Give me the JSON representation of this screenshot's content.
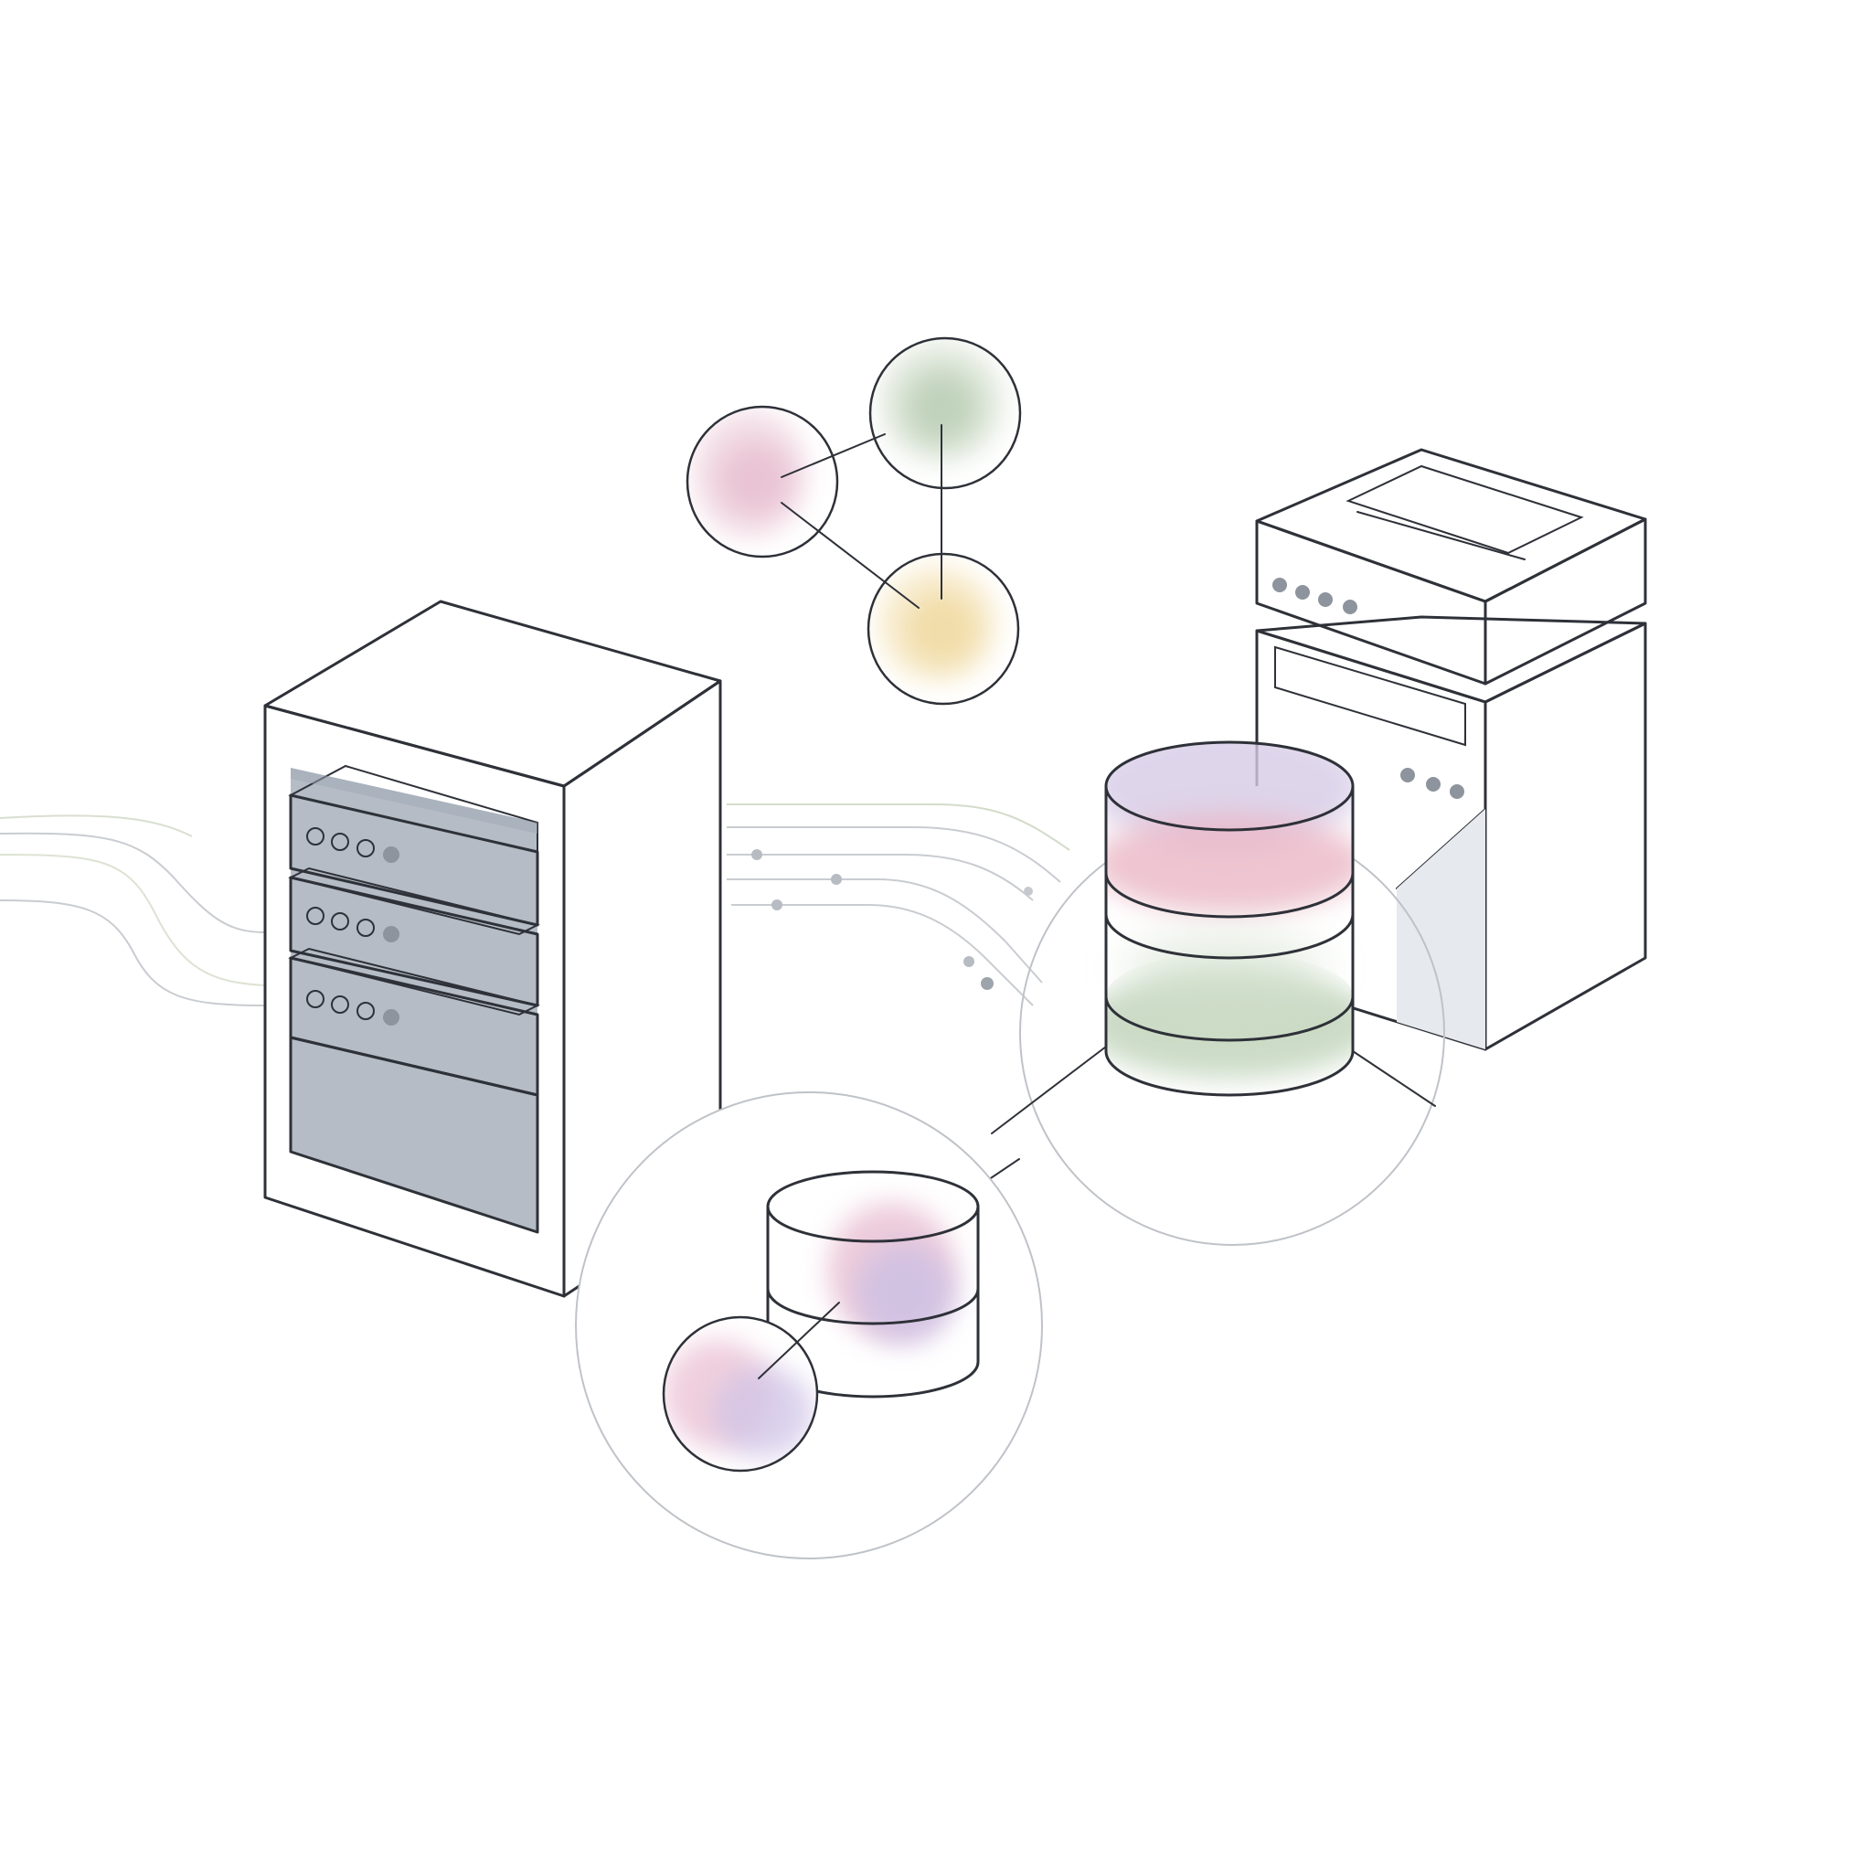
{
  "palette": {
    "background": "#ffffff",
    "outline": "#2e3138",
    "panel_front": "#eef0f4",
    "panel_side": "#a9b1bb",
    "panel_top": "#a7afba",
    "indicator": "#8d949d",
    "pink": "#e7b8c9",
    "green": "#b9cfb5",
    "yellow": "#f1dca8",
    "lavender": "#cbbbe0",
    "line_faint": "#c9ccd1",
    "line_green": "#d3dcc9"
  },
  "icons": {
    "left_server": "server-rack-icon",
    "right_server": "server-tower-icon",
    "network": "network-nodes-icon",
    "database_large": "database-icon",
    "database_small": "database-icon"
  },
  "network_nodes": [
    {
      "name": "pink-node",
      "color": "pink"
    },
    {
      "name": "green-node",
      "color": "green"
    },
    {
      "name": "yellow-node",
      "color": "yellow"
    }
  ],
  "database_large": {
    "layers": [
      "lavender",
      "pink",
      "clear",
      "green"
    ]
  },
  "database_small": {
    "layers": [
      "clear",
      "pink-lavender"
    ]
  }
}
